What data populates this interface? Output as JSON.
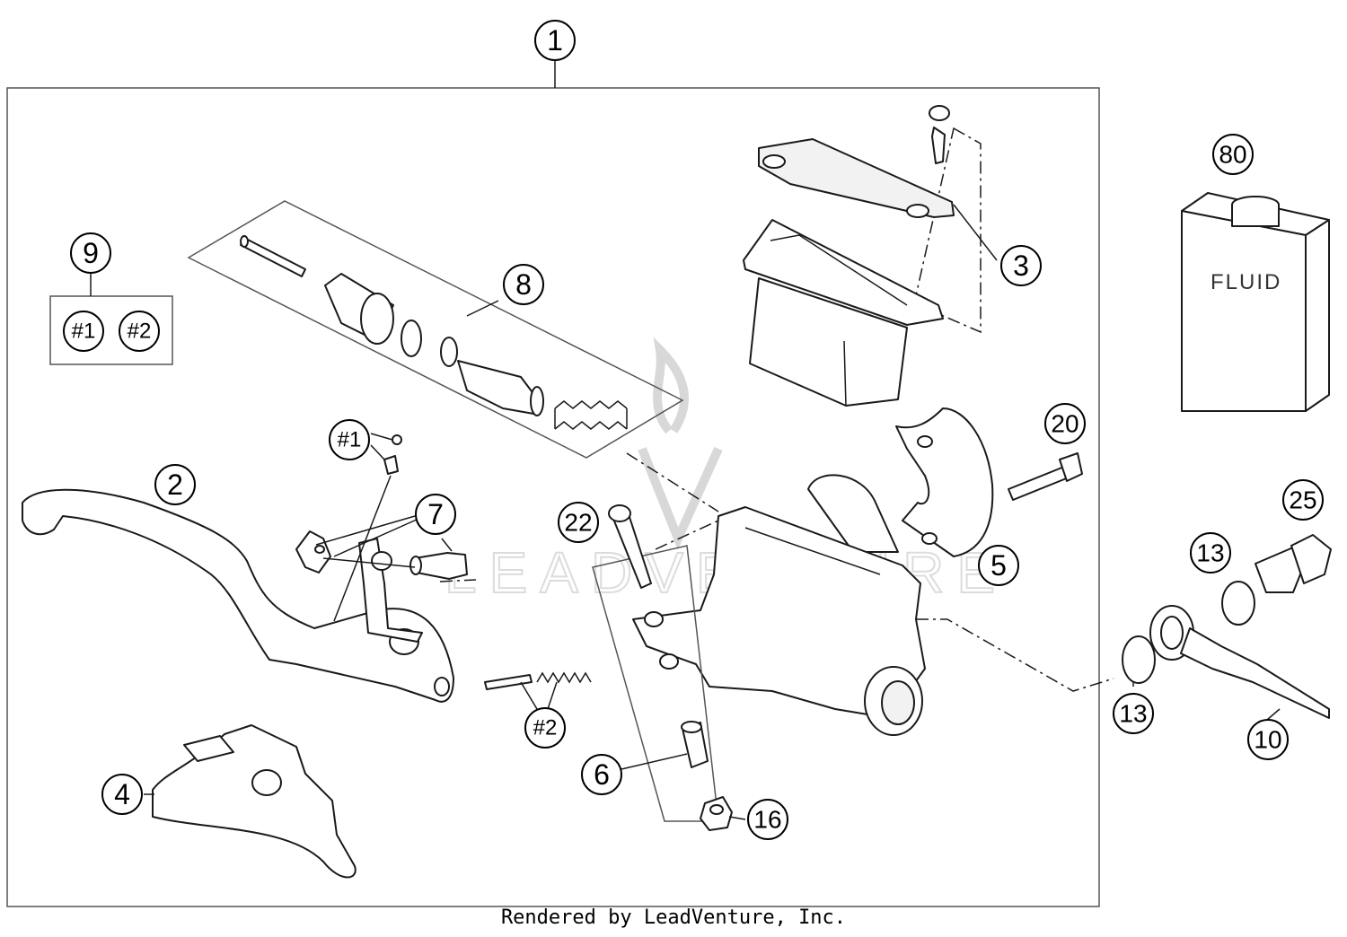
{
  "callouts": {
    "c1": "1",
    "c2": "2",
    "c3": "3",
    "c4": "4",
    "c5": "5",
    "c6": "6",
    "c7": "7",
    "c8": "8",
    "c9": "9",
    "c10": "10",
    "c13a": "13",
    "c13b": "13",
    "c16": "16",
    "c20": "20",
    "c22": "22",
    "c25": "25",
    "c80": "80",
    "kit1_in_box": "#1",
    "kit2_in_box": "#2",
    "kit1_lever": "#1",
    "kit2_spring": "#2"
  },
  "fluid_label": "FLUID",
  "watermark": "LEADVENTURE",
  "footer": "Rendered by LeadVenture, Inc."
}
